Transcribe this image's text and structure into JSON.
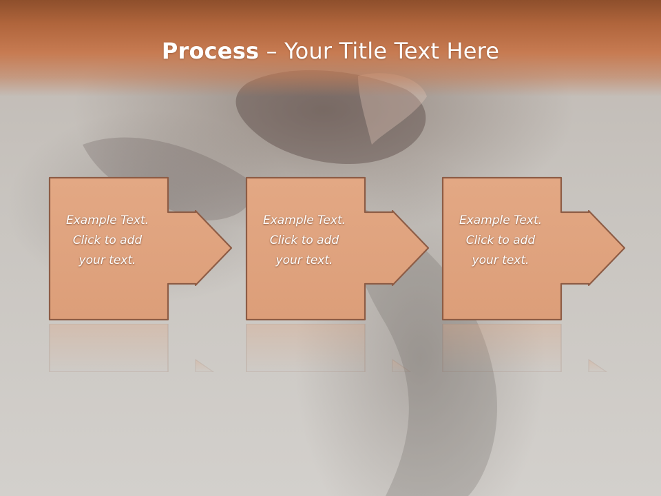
{
  "slide": {
    "title_bold": "Process",
    "title_rest": " – Your Title Text Here",
    "colors": {
      "title_band": "#b96a40",
      "box_fill": "#e0a47f",
      "box_border": "#8d5c45",
      "text": "#ffffff"
    }
  },
  "steps": [
    {
      "line1": "Example Text.",
      "line2": "Click  to add",
      "line3": "your text."
    },
    {
      "line1": "Example Text.",
      "line2": "Click  to add",
      "line3": "your text."
    },
    {
      "line1": "Example Text.",
      "line2": "Click  to add",
      "line3": "your text."
    }
  ],
  "icons": {
    "step_shape": "arrow-right-icon"
  }
}
